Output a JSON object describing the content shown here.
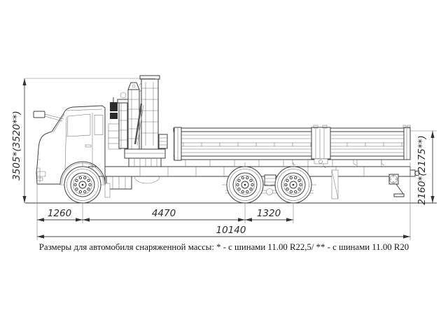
{
  "drawing": {
    "subject": "flatbed truck with loader crane, side view technical drawing",
    "line_color": "#3e3e3e",
    "background": "#ffffff"
  },
  "dims": {
    "overall_height": {
      "label": "3505*(3520**)"
    },
    "body_height": {
      "label": "2160*(2175**)"
    },
    "front_overhang": {
      "label": "1260"
    },
    "wheelbase": {
      "label": "4470"
    },
    "bogie_spacing": {
      "label": "1320"
    },
    "overall_length": {
      "label": "10140"
    }
  },
  "caption": {
    "text": "Размеры для автомобиля снаряженной массы: * - с шинами 11.00 R22,5/ ** - с шинами 11.00 R20"
  }
}
